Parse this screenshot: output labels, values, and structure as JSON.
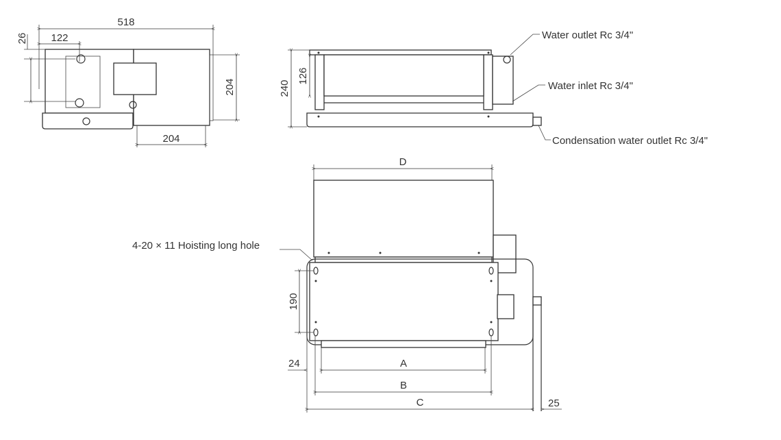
{
  "side_view": {
    "dim_width": "518",
    "dim_offset": "122",
    "dim_top": "26",
    "dim_height": "204",
    "dim_box_width": "204"
  },
  "front_view": {
    "dim_total_height": "240",
    "dim_coil_height": "126",
    "callout_water_outlet": "Water outlet Rc 3/4\"",
    "callout_water_inlet": "Water inlet Rc 3/4\"",
    "callout_condensation": "Condensation water outlet Rc 3/4\""
  },
  "bottom_view": {
    "dim_d": "D",
    "dim_a": "A",
    "dim_b": "B",
    "dim_c": "C",
    "dim_hole_spacing": "190",
    "dim_left": "24",
    "dim_right": "25",
    "callout_hoisting": "4-20 × 11 Hoisting long hole"
  }
}
